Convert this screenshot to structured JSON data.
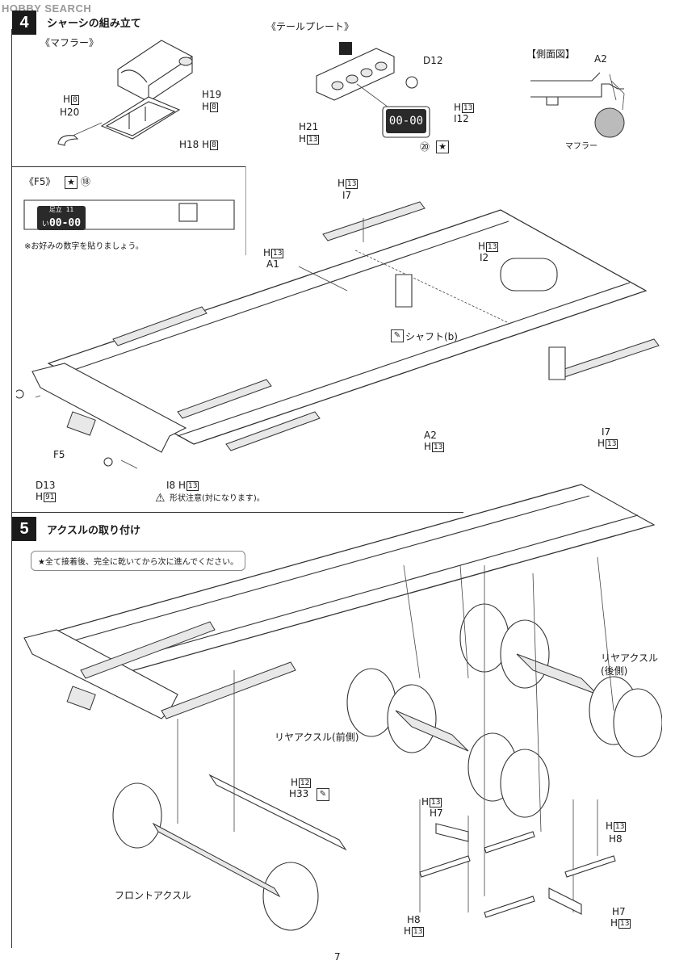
{
  "header": {
    "logo": "HOBBY SEARCH"
  },
  "step4": {
    "number": "4",
    "title": "シャーシの組み立て",
    "muffler": {
      "label": "《マフラー》",
      "parts": {
        "h19": "H19",
        "h19_runner": "8",
        "h20_runner_top": "8",
        "h20": "H20",
        "h18": "H18",
        "h18_runner": "8"
      }
    },
    "tailplate": {
      "label": "《テールプレート》",
      "d12": "D12",
      "i12_runner": "13",
      "i12": "I12",
      "h21": "H21",
      "h21_runner": "13",
      "decal_num": "⑳"
    },
    "side_view": {
      "label": "【側面図】",
      "a2": "A2",
      "muffler": "マフラー"
    },
    "f5_panel": {
      "label": "《F5》",
      "decal_num": "⑱",
      "plate_top": "足立 11",
      "plate_prefix": "い",
      "plate_num": "00-00",
      "note": "※お好みの数字を貼りましょう。"
    },
    "frame": {
      "i7_top_runner": "13",
      "i7_top": "I7",
      "a1_runner": "13",
      "a1": "A1",
      "i2_runner": "13",
      "i2": "I2",
      "shaft": "シャフト(b)",
      "i7_right": "I7",
      "i7_right_runner": "13",
      "a2": "A2",
      "a2_runner": "13",
      "f5": "F5",
      "d13": "D13",
      "d13_runner": "91",
      "i8": "I8",
      "i8_runner": "13",
      "caution": "形状注意(対になります)。"
    }
  },
  "step5": {
    "number": "5",
    "title": "アクスルの取り付け",
    "note": "★全て接着後、完全に乾いてから次に進んでください。",
    "labels": {
      "rear_axle_rear_l1": "リヤアクスル",
      "rear_axle_rear_l2": "(後側)",
      "rear_axle_front": "リヤアクスル(前側)",
      "h12_runner": "12",
      "h33": "H33",
      "front_axle": "フロントアクスル",
      "h13_a_runner": "13",
      "h7_a": "H7",
      "h13_b_runner": "13",
      "h8_b": "H8",
      "h8_c": "H8",
      "h13_c_runner": "13",
      "h7_d": "H7",
      "h13_d_runner": "13"
    }
  },
  "footer": {
    "page_number": "7"
  }
}
